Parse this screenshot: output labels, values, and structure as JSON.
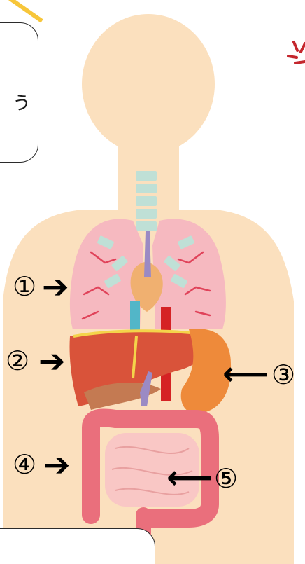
{
  "top_callout": {
    "visible_text": "う"
  },
  "labels": {
    "one": "①",
    "two": "②",
    "three": "③",
    "four": "④",
    "five": "⑤"
  },
  "arrows": {
    "right": "➔",
    "left": "⟵"
  },
  "colors": {
    "body_silhouette": "#fbe0be",
    "lungs": "#f6b9c0",
    "liver": "#d9533a",
    "stomach": "#ee8a3a",
    "large_intestine": "#ea6f7c",
    "small_intestine": "#f9c7c5",
    "trachea": "#bfe0d6",
    "aorta": "#d52224",
    "vena_cava": "#52b6c8",
    "heart": "#f0b070",
    "callout_border": "#2b2b2b"
  },
  "icons": {
    "top_left_sun": "sun-ray-icon",
    "top_right_sun": "sunburst-icon"
  }
}
